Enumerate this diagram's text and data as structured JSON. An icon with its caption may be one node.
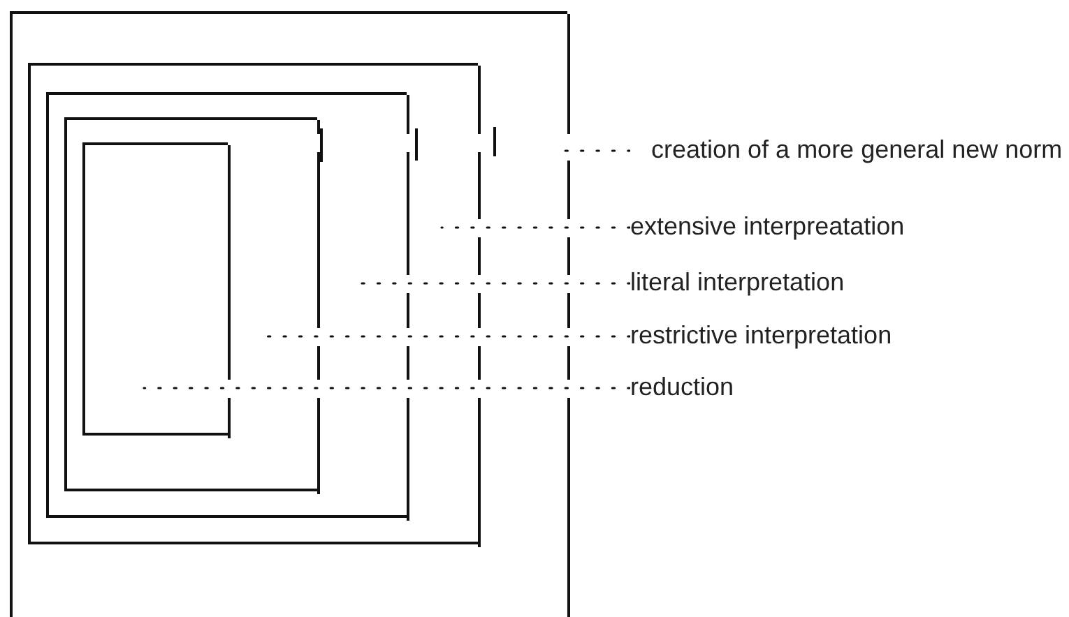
{
  "diagram": {
    "nodes": [
      {
        "text": [],
        "shape": "box"
      },
      {
        "text": [],
        "shape": "box",
        "in": 0
      },
      {
        "text": [],
        "shape": "box",
        "in": 1
      },
      {
        "text": [],
        "shape": "box",
        "in": 2
      },
      {
        "text": [],
        "shape": "box",
        "in": 3
      },
      {
        "text": [
          "creation of a more general new norm"
        ]
      },
      {
        "text": [
          "extensive interpreatation"
        ]
      },
      {
        "text": [
          "literal interpretation"
        ]
      },
      {
        "text": [
          "restrictive interpretation"
        ]
      },
      {
        "text": [
          "reduction"
        ]
      }
    ],
    "edges": [
      {
        "from": 5,
        "to": 0,
        "arrow": "none",
        "style": "dashed"
      },
      {
        "from": 6,
        "to": 1,
        "arrow": "none",
        "style": "dashed"
      },
      {
        "from": 7,
        "to": 2,
        "arrow": "none",
        "style": "dashed"
      },
      {
        "from": 8,
        "to": 3,
        "arrow": "none",
        "style": "dashed"
      },
      {
        "from": 9,
        "to": 4,
        "arrow": "none",
        "style": "dashed"
      }
    ]
  }
}
